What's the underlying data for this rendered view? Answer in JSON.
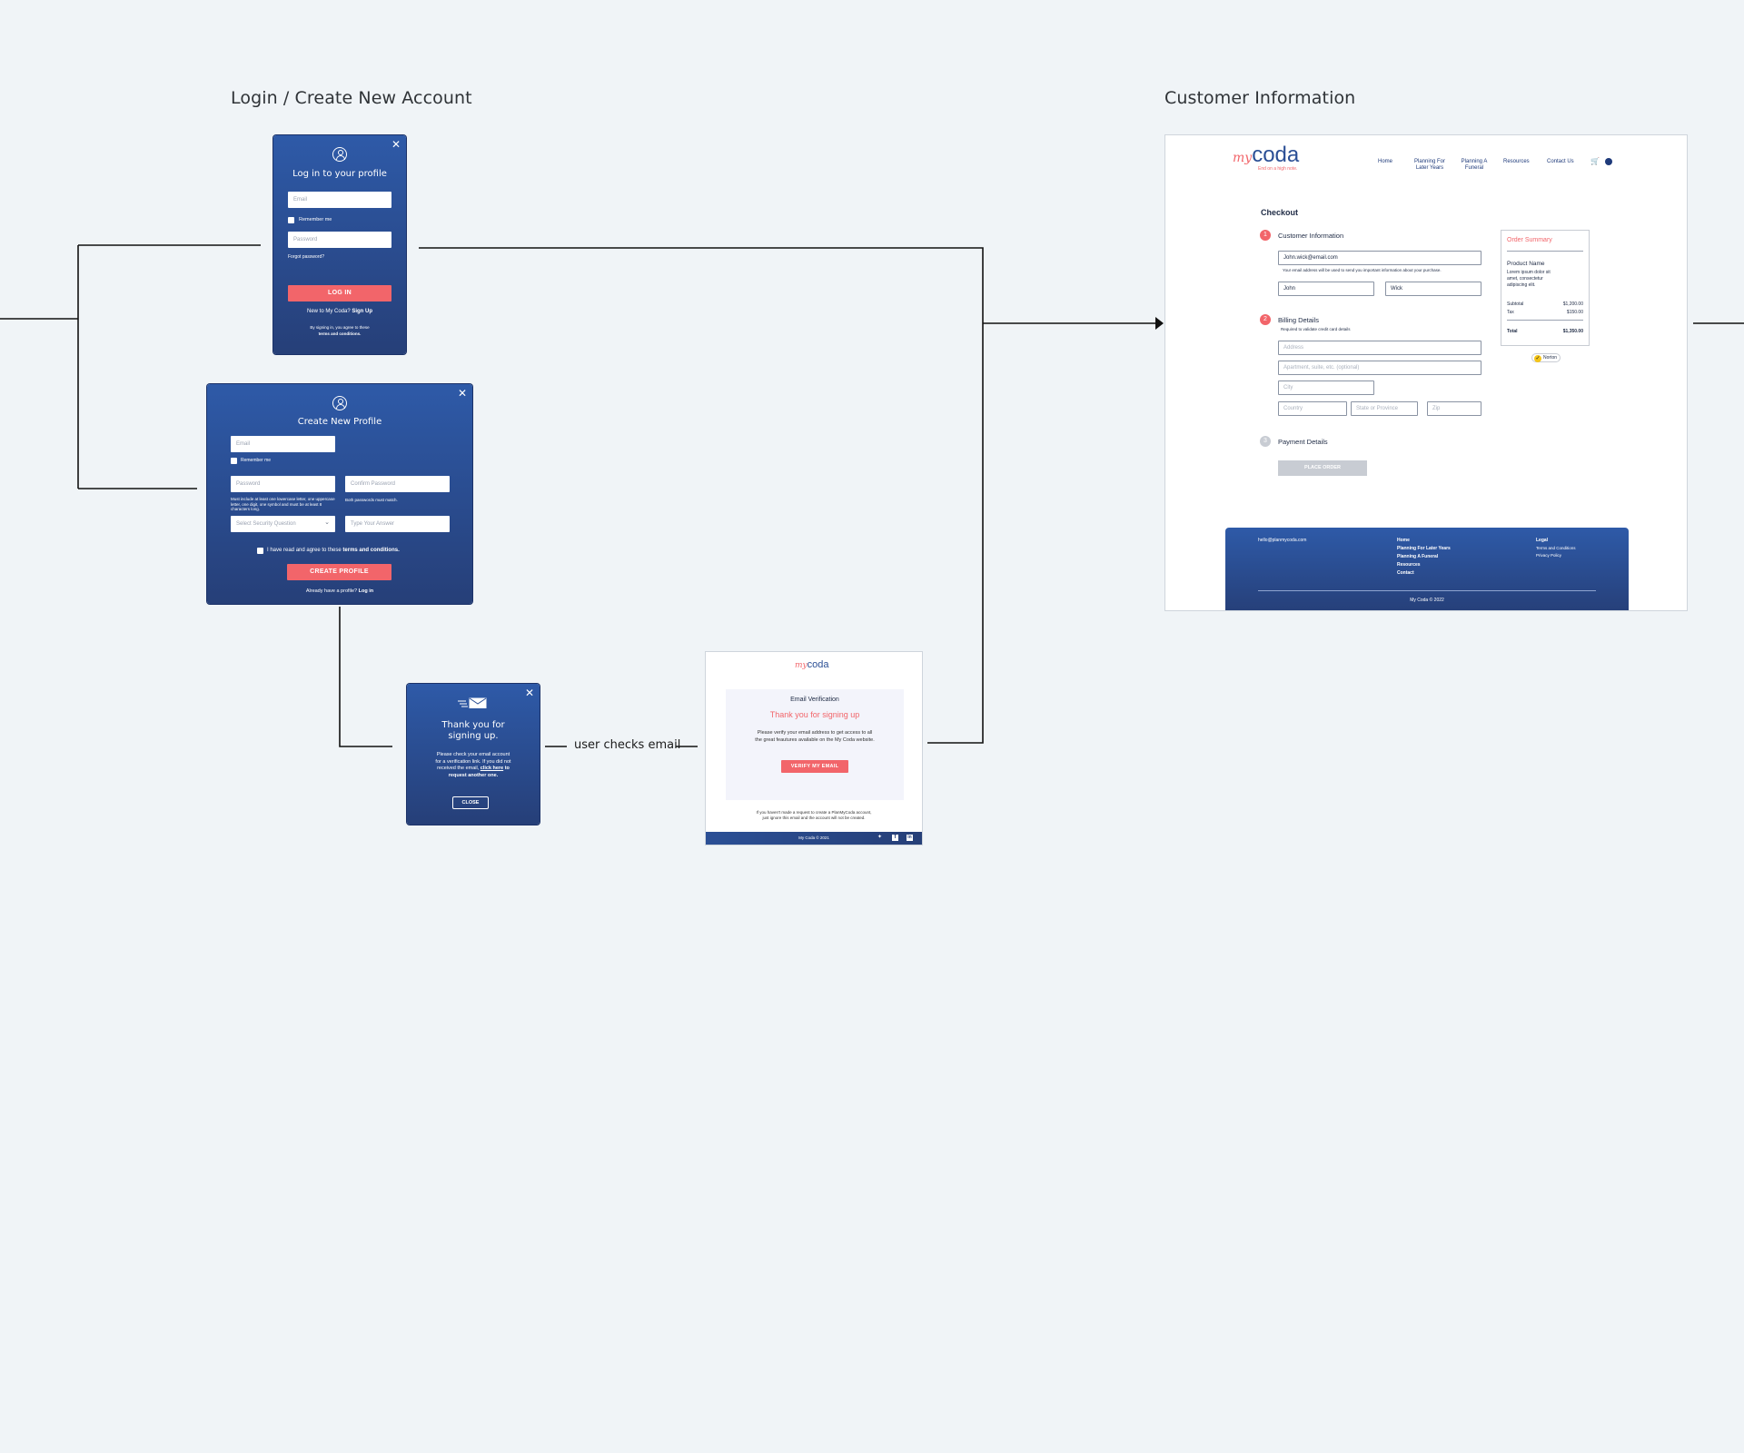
{
  "headings": {
    "login_section": "Login / Create New Account",
    "customer_section": "Customer Information"
  },
  "flow": {
    "edge_label": "user checks email"
  },
  "login_card": {
    "title": "Log in to your profile",
    "email_placeholder": "Email",
    "remember_me": "Remember me",
    "password_placeholder": "Password",
    "forgot_password": "Forgot password?",
    "login_button": "LOG IN",
    "new_prompt": "New to My Coda?",
    "signup_link": "Sign Up",
    "terms_line1": "By signing in, you agree to these",
    "terms_link": "terms and conditions."
  },
  "create_card": {
    "title": "Create New Profile",
    "email_placeholder": "Email",
    "remember_me": "Remember me",
    "password_placeholder": "Password",
    "confirm_placeholder": "Confirm Password",
    "password_hint": "Must include at least one lowercase letter, one uppercase letter, one digit, one symbol and must be at least 8 characters long.",
    "confirm_hint": "Both passwords must match.",
    "security_placeholder": "Select Security Question",
    "answer_placeholder": "Type Your Answer",
    "agree_text": "I have read and agree to these",
    "agree_link": "terms and conditions.",
    "create_button": "CREATE PROFILE",
    "have_profile": "Already have a profile?",
    "login_link": "Log in"
  },
  "thanks_card": {
    "title_line1": "Thank you for",
    "title_line2": "signing up.",
    "body_line1": "Please check your email account",
    "body_line2": "for a verification link. If you did not",
    "body_line3": "received the email,",
    "body_link": "click here",
    "body_line3b": "to",
    "body_line4": "request another one.",
    "close_button": "CLOSE"
  },
  "email": {
    "brand_my": "my",
    "brand_coda": "coda",
    "heading": "Email Verification",
    "title": "Thank you for signing up",
    "body_line1": "Please verify your email address to get access to all",
    "body_line2": "the great feautures available on the My Coda website.",
    "verify_button": "VERIFY MY EMAIL",
    "fine1": "If you haven't made a request to create a PlanMyCoda account,",
    "fine2": "just ignore this email and the account will not be created.",
    "footer_copy": "My Coda © 2021"
  },
  "checkout": {
    "brand_my": "my",
    "brand_coda": "coda",
    "tagline": "End on a high note.",
    "nav": [
      "Home",
      "Planning For Later Years",
      "Planning A Funeral",
      "Resources",
      "Contact Us"
    ],
    "page_title": "Checkout",
    "step1_num": "1",
    "step1_label": "Customer Information",
    "email_value": "John.wick@email.com",
    "email_hint": "Your email address will be used to send you important information about your purchase.",
    "first_name": "John",
    "last_name": "Wick",
    "step2_num": "2",
    "step2_label": "Billing Details",
    "billing_hint": "Required to validate credit card details",
    "address_placeholder": "Address",
    "apt_placeholder": "Apartment, suite, etc. (optional)",
    "city_placeholder": "City",
    "country_placeholder": "Country",
    "state_placeholder": "State or Province",
    "zip_placeholder": "Zip",
    "step3_num": "3",
    "step3_label": "Payment Details",
    "place_order": "PLACE ORDER",
    "summary": {
      "title": "Order Summary",
      "product": "Product Name",
      "desc": "Lorem ipsum dolor sit amet, consectetur adipiscing elit.",
      "subtotal_label": "Subtotal",
      "subtotal_value": "$1,200.00",
      "tax_label": "Tax",
      "tax_value": "$150.00",
      "total_label": "Total",
      "total_value": "$1,350.00",
      "badge": "Norton"
    },
    "footer": {
      "email": "hello@planmycoda.com",
      "links": [
        "Home",
        "Planning For Later Years",
        "Planning A Funeral",
        "Resources",
        "Contact"
      ],
      "legal_title": "Legal",
      "legal_links": [
        "Terms and Conditions",
        "Privacy Policy"
      ],
      "copyright": "My Coda © 2022"
    }
  },
  "colors": {
    "background": "#f0f4f7",
    "card_top": "#2e5aa8",
    "card_bottom": "#263f78",
    "accent_red": "#f2656a",
    "navy_text": "#1e2a44"
  }
}
